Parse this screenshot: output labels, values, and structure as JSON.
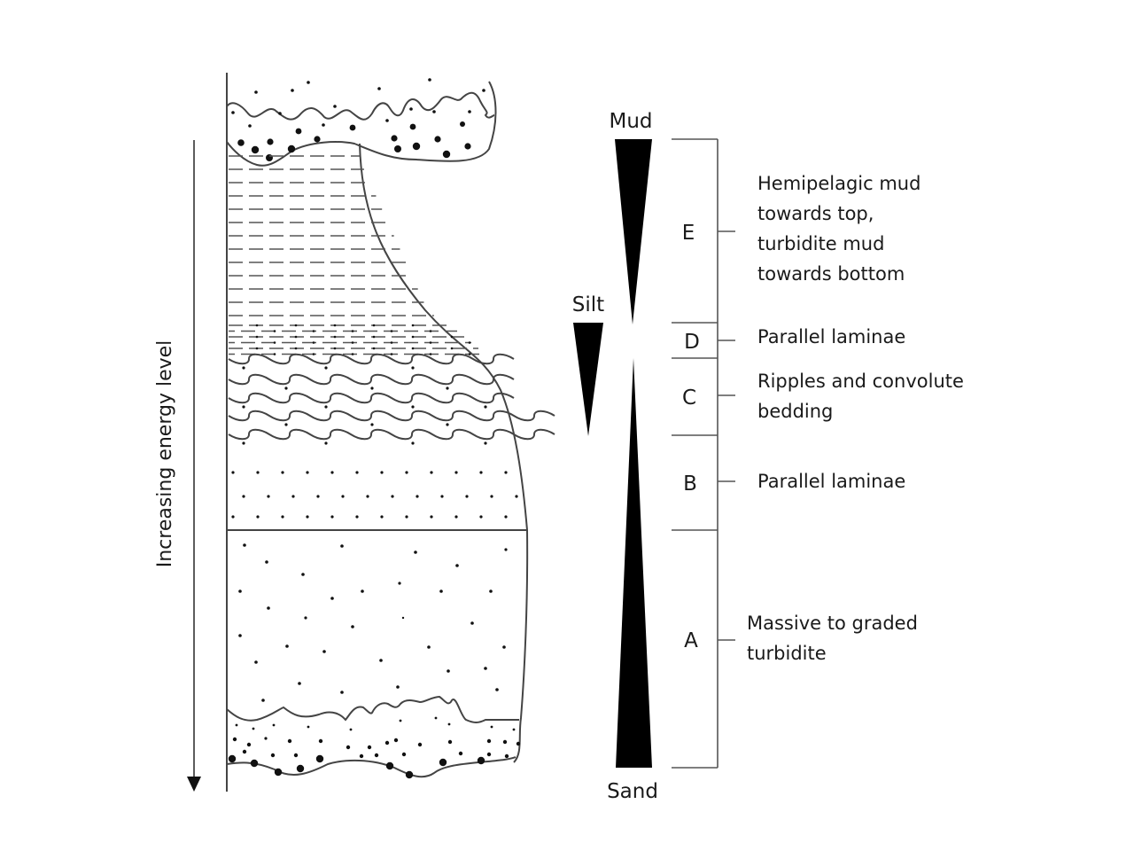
{
  "axis": {
    "label": "Increasing energy level",
    "direction": "downward"
  },
  "grain_scale": {
    "top_label": "Mud",
    "middle_label": "Silt",
    "bottom_label": "Sand"
  },
  "divisions": [
    {
      "code": "E",
      "description_lines": [
        "Hemipelagic mud",
        "towards top,",
        "turbidite mud",
        "towards bottom"
      ]
    },
    {
      "code": "D",
      "description_lines": [
        "Parallel laminae"
      ]
    },
    {
      "code": "C",
      "description_lines": [
        "Ripples and convolute",
        "bedding"
      ]
    },
    {
      "code": "B",
      "description_lines": [
        "Parallel laminae"
      ]
    },
    {
      "code": "A",
      "description_lines": [
        "Massive to graded",
        "turbidite"
      ]
    }
  ],
  "colors": {
    "ink": "#000000",
    "line": "#444444",
    "background": "#ffffff"
  }
}
